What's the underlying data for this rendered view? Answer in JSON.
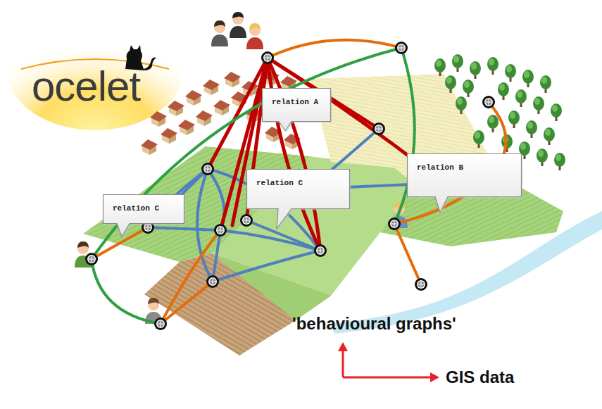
{
  "diagram": {
    "nodes": [
      {
        "text": [
          "relation A"
        ]
      },
      {
        "text": [
          "relation C"
        ]
      },
      {
        "text": [
          "relation C"
        ]
      },
      {
        "text": [
          "relation B"
        ]
      }
    ],
    "labels": [
      "ocelet",
      "'behavioural graphs'",
      "GIS data"
    ]
  }
}
